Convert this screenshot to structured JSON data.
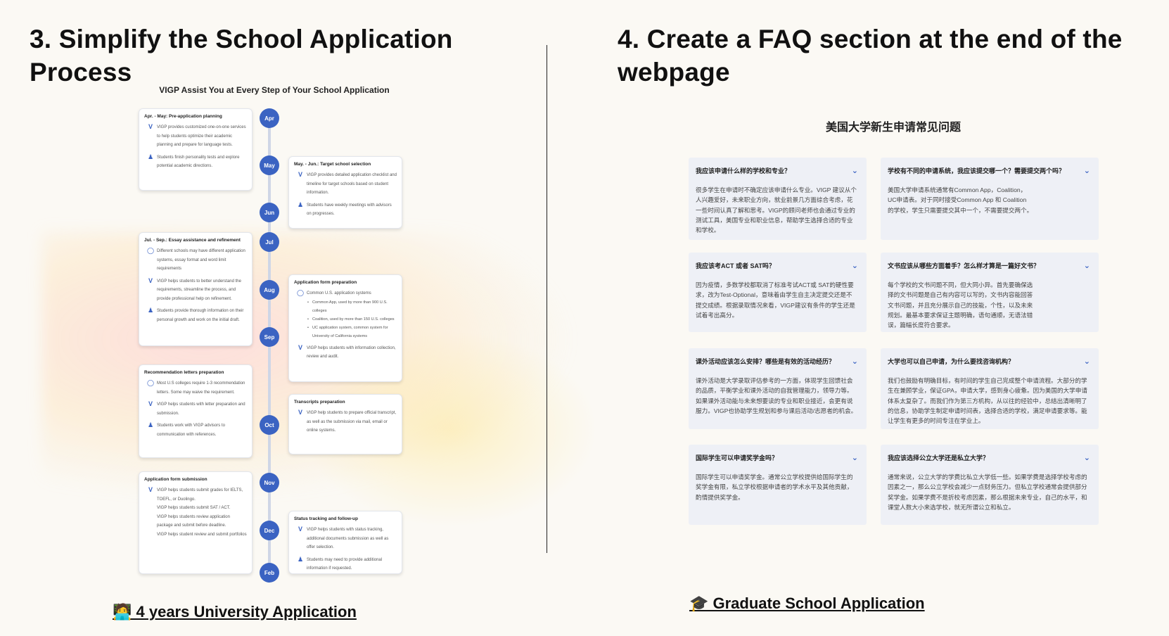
{
  "left": {
    "heading": "3. Simplify the School Application Process",
    "timeline_title": "VIGP Assist You at Every Step of Your School Application",
    "months": [
      "Apr",
      "May",
      "Jun",
      "Jul",
      "Aug",
      "Sep",
      "Oct",
      "Nov",
      "Dec",
      "Feb"
    ],
    "cards": {
      "c1": {
        "title": "Apr. - May: Pre-application planning",
        "i1": "VIGP provides customized one-on-one services to help students optimize their academic planning and prepare for language tests.",
        "i2": "Students finish personality tests and explore potential academic directions."
      },
      "c2": {
        "title": "May. - Jun.: Target school selection",
        "i1": "VIGP provides detailed application checklist and timeline for target schools based on student information.",
        "i2": "Students have weekly meetings with advisors on progresses."
      },
      "c3": {
        "title": "Jul. - Sep.: Essay assistance and refinement",
        "i1": "Different schools may have different application systems, essay format and word limit requirements",
        "i2": "VIGP helps students to better understand the requirements, streamline the process, and provide professional help on refinement.",
        "i3": "Students provide thorough information on their personal growth and work on the initial draft."
      },
      "c4": {
        "title": "Application form preparation",
        "i1": "Common U.S. application systems",
        "b1": "Common App, used by more than 900 U.S. colleges",
        "b2": "Coalition, used by more than 150 U.S. colleges",
        "b3": "UC application system, common system for University of California systems",
        "i2": "VIGP helps students with information collection, review and audit."
      },
      "c5": {
        "title": "Recommendation letters preparation",
        "i1": "Most U.S colleges require 1-3 recommendation letters. Some may waive the requirement.",
        "i2": "VIGP helps students with letter preparation and submission.",
        "i3": "Students work with VIGP advisors to communication with references."
      },
      "c6": {
        "title": "Transcripts preparation",
        "i1": "VIGP help students to prepare official transcript, as well as the submission via mail, email or online systems."
      },
      "c7": {
        "title": "Application form submission",
        "i1": "VIGP helps students submit grades for IELTS, TOEFL, or Duolingo.",
        "i2": "VIGP helps students submit SAT / ACT.",
        "i3": "VIGP helps students review application package and submit before deadline.",
        "i4": "VIGP helps student review and submit portfolios"
      },
      "c8": {
        "title": "Status tracking and follow-up",
        "i1": "VIGP helps students with status tracking, additional documents submission as well as offer selection.",
        "i2": "Students may need to provide additional information if requested."
      }
    },
    "link": "🧑‍💻 4 years University Application"
  },
  "right": {
    "heading": "4. Create a FAQ section at the end of the webpage",
    "faq_title": "美国大学新生申请常见问题",
    "faqs": [
      {
        "q": "我应该申请什么样的学校和专业？",
        "a": "很多学生在申请时不确定应该申请什么专业。VIGP 建议从个人兴趣爱好，未来职业方向，就业前景几方面综合考虑，花一些时间认真了解和思考。VIGP的顾问老师也会通过专业的测试工具，美国专业和职业信息，帮助学生选择合适的专业和学校。"
      },
      {
        "q": "学校有不同的申请系统，我应该提交哪一个？需要提交两个吗？",
        "a": "美国大学申请系统通常有Common App，Coalition，UC申请表。对于同时接受Common App 和 Coalition 的学校，学生只需要提交其中一个，不需要提交两个。"
      },
      {
        "q": "我应该考ACT 或者 SAT吗？",
        "a": "因为疫情，多数学校都取消了标准考试ACT或 SAT的硬性要求，改为Test-Optional，意味着由学生自主决定提交还是不提交成绩。根据录取情况来看，VIGP建议有条件的学生还是试着考出高分。"
      },
      {
        "q": "文书应该从哪些方面着手？怎么样才算是一篇好文书？",
        "a": "每个学校的文书问题不同，但大同小异。首先要确保选择的文书问题是自己有内容可以写的，文书内容能回答文书问题，并且充分展示自己的技能，个性，以及未来规划。最基本要求保证主题明确，语句通顺，无语法错误，篇幅长度符合要求。"
      },
      {
        "q": "课外活动应该怎么安排？哪些是有效的活动经历？",
        "a": "课外活动是大学录取评估参考的一方面，体现学生回馈社会的品质，平衡学业和课外活动的自我管理能力，领导力等。如果课外活动能与未来想要读的专业和职业接近，会更有说服力。VIGP也协助学生规划和参与课后活动/志愿者的机会。"
      },
      {
        "q": "大学也可以自己申请，为什么要找咨询机构？",
        "a": "我们也鼓励有明确目标，有时间的学生自己完成整个申请流程。大部分的学生在兼顾学业，保证GPA，申请大学，感到身心疲惫。因为美国的大学申请体系太复杂了。而我们作为第三方机构，从以往的经验中，总结出清晰明了的信息，协助学生制定申请时间表，选择合适的学校，满足申请要求等。能让学生有更多的时间专注在学业上。"
      },
      {
        "q": "国际学生可以申请奖学金吗？",
        "a": "国际学生可以申请奖学金。通常公立学校提供给国际学生的奖学金有限，私立学校根据申请者的学术水平及其他贡献，酌情提供奖学金。"
      },
      {
        "q": "我应该选择公立大学还是私立大学？",
        "a": "通常来说，公立大学的学费比私立大学低一些。如果学费是选择学校考虑的因素之一，那么公立学校会减少一点财务压力。但私立学校通常会提供部分奖学金。如果学费不是折校考虑因素，那么根据未来专业，自己的水平，和课堂人数大小来选学校，就无所谓公立和私立。"
      }
    ],
    "link": "🎓 Graduate School Application"
  }
}
